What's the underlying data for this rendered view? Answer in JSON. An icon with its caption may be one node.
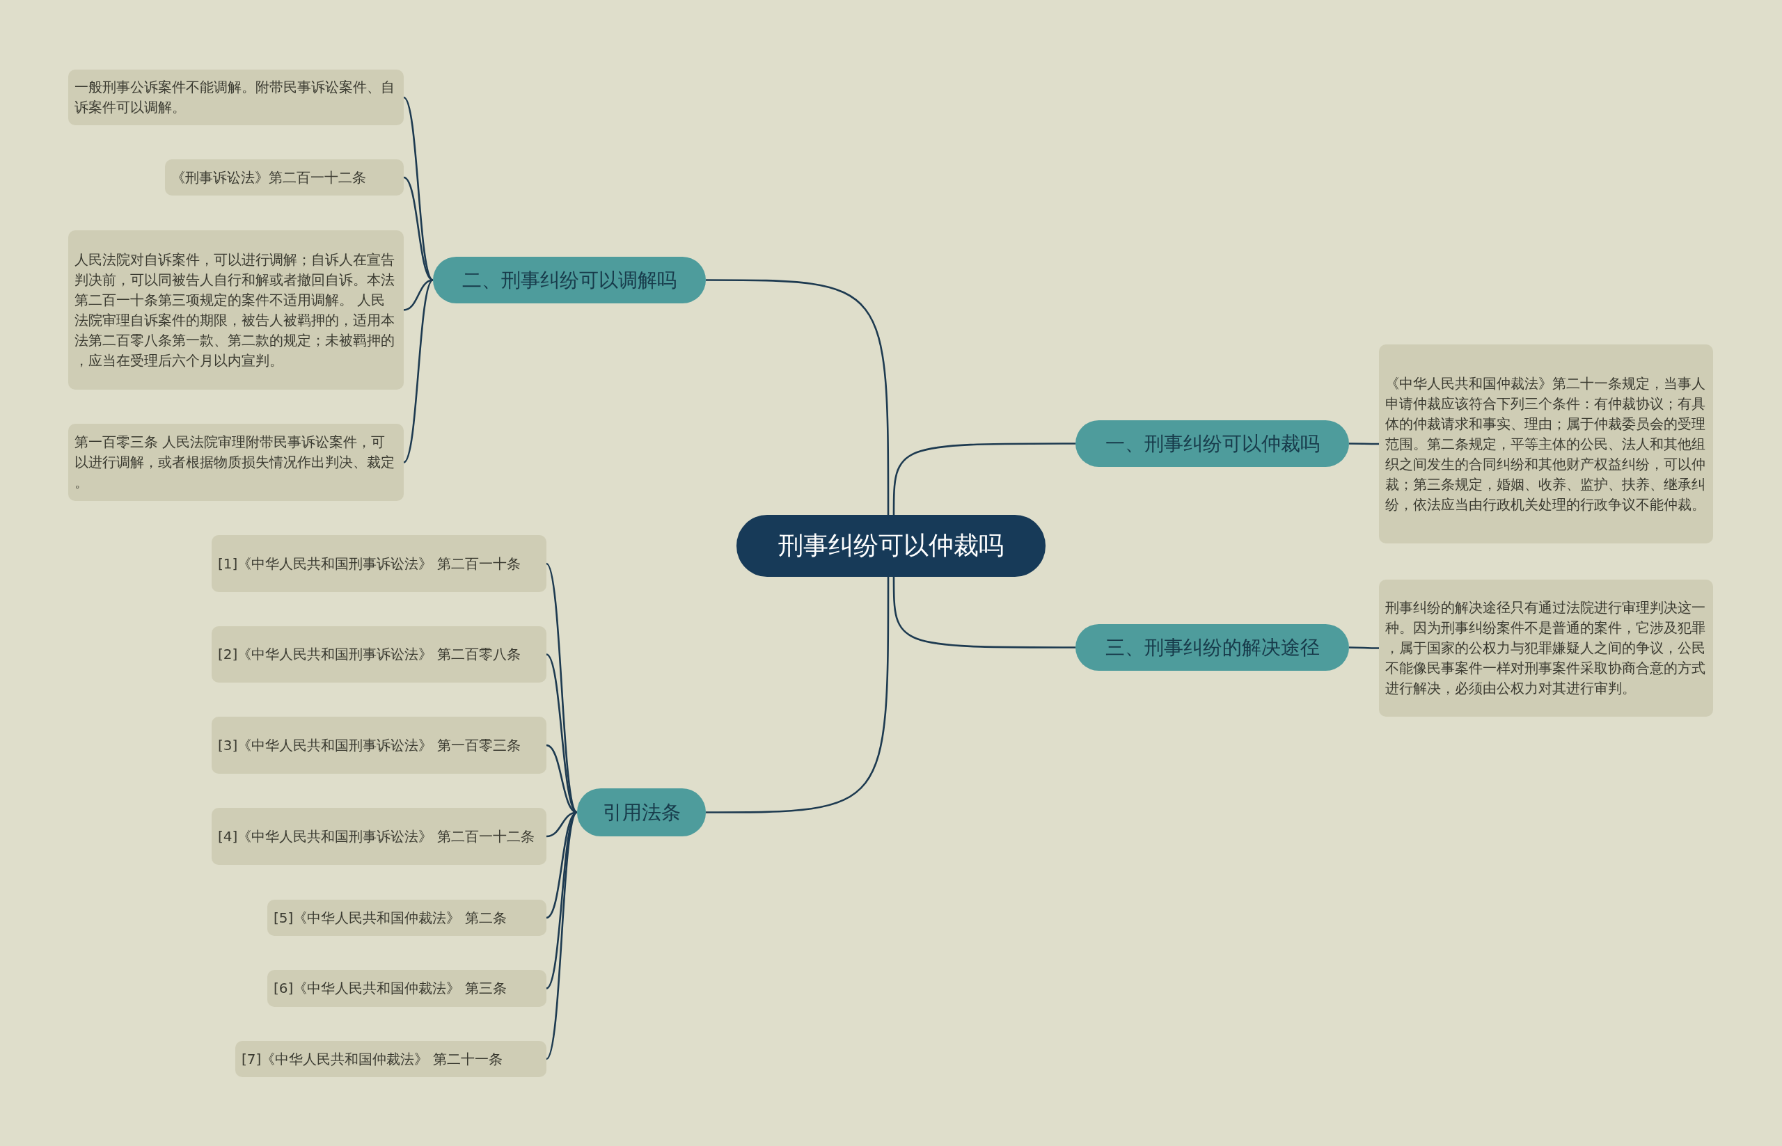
{
  "diagram": {
    "nodes": [
      {
        "text": [
          "刑事纠纷可以仲裁吗"
        ]
      },
      {
        "text": [
          "二、刑事纠纷可以调解吗"
        ]
      },
      {
        "text": [
          "一般刑事公诉案件不能调解。附带民事诉讼案件、自诉案件可以调解。"
        ]
      },
      {
        "text": [
          "《刑事诉讼法》第二百一十二条"
        ]
      },
      {
        "text": [
          "人民法院对自诉案件，可以进行调解；自诉人在宣告判决前，可以同被告人自行和解或者撤回自诉。本法第二百一十条第三项规定的案件不适用调解。 人民法院审理自诉案件的期限，被告人被羁押的，适用本法第二百零八条第一款、第二款的规定；未被羁押的，应当在受理后六个月以内宣判。"
        ]
      },
      {
        "text": [
          "第一百零三条 人民法院审理附带民事诉讼案件，可以进行调解，或者根据物质损失情况作出判决、裁定。"
        ]
      },
      {
        "text": [
          "一、刑事纠纷可以仲裁吗"
        ]
      },
      {
        "text": [
          "《中华人民共和国仲裁法》第二十一条规定，当事人申请仲裁应该符合下列三个条件：有仲裁协议；有具体的仲裁请求和事实、理由；属于仲裁委员会的受理范围。第二条规定，平等主体的公民、法人和其他组织之间发生的合同纠纷和其他财产权益纠纷，可以仲裁；第三条规定，婚姻、收养、监护、扶养、继承纠纷，依法应当由行政机关处理的行政争议不能仲裁。"
        ]
      },
      {
        "text": [
          "三、刑事纠纷的解决途径"
        ]
      },
      {
        "text": [
          "刑事纠纷的解决途径只有通过法院进行审理判决这一种。因为刑事纠纷案件不是普通的案件，它涉及犯罪，属于国家的公权力与犯罪嫌疑人之间的争议，公民不能像民事案件一样对刑事案件采取协商合意的方式进行解决，必须由公权力对其进行审判。"
        ]
      },
      {
        "text": [
          "引用法条"
        ]
      },
      {
        "text": [
          "[1]《中华人民共和国刑事诉讼法》 第二百一十条"
        ]
      },
      {
        "text": [
          "[2]《中华人民共和国刑事诉讼法》 第二百零八条"
        ]
      },
      {
        "text": [
          "[3]《中华人民共和国刑事诉讼法》 第一百零三条"
        ]
      },
      {
        "text": [
          "[4]《中华人民共和国刑事诉讼法》 第二百一十二条"
        ]
      },
      {
        "text": [
          "[5]《中华人民共和国仲裁法》 第二条"
        ]
      },
      {
        "text": [
          "[6]《中华人民共和国仲裁法》 第三条"
        ]
      },
      {
        "text": [
          "[7]《中华人民共和国仲裁法》 第二十一条"
        ]
      }
    ],
    "edges": [
      {
        "from": 0,
        "to": 1,
        "arrow": "none"
      },
      {
        "from": 1,
        "to": 2,
        "arrow": "none"
      },
      {
        "from": 1,
        "to": 3,
        "arrow": "none"
      },
      {
        "from": 1,
        "to": 4,
        "arrow": "none"
      },
      {
        "from": 1,
        "to": 5,
        "arrow": "none"
      },
      {
        "from": 0,
        "to": 6,
        "arrow": "none"
      },
      {
        "from": 6,
        "to": 7,
        "arrow": "none"
      },
      {
        "from": 0,
        "to": 8,
        "arrow": "none"
      },
      {
        "from": 8,
        "to": 9,
        "arrow": "none"
      },
      {
        "from": 0,
        "to": 10,
        "arrow": "none"
      },
      {
        "from": 10,
        "to": 11,
        "arrow": "none"
      },
      {
        "from": 10,
        "to": 12,
        "arrow": "none"
      },
      {
        "from": 10,
        "to": 13,
        "arrow": "none"
      },
      {
        "from": 10,
        "to": 14,
        "arrow": "none"
      },
      {
        "from": 10,
        "to": 15,
        "arrow": "none"
      },
      {
        "from": 10,
        "to": 16,
        "arrow": "none"
      },
      {
        "from": 10,
        "to": 17,
        "arrow": "none"
      }
    ]
  }
}
